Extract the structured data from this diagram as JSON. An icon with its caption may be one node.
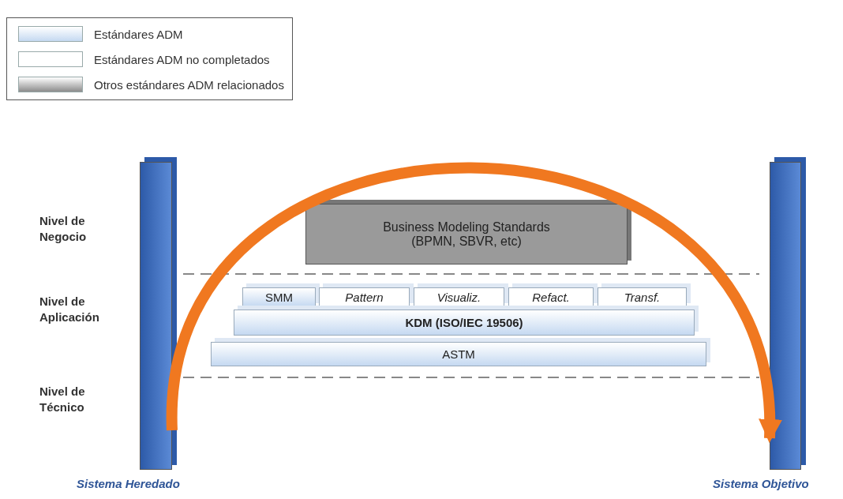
{
  "diagram": {
    "nodes": [
      {
        "text": [],
        "shape": "bar",
        "beside": [
          "Sistema Heredado"
        ]
      },
      {
        "text": [],
        "shape": "bar",
        "beside": [
          "Sistema Objetivo"
        ]
      },
      {
        "text": [
          "Business Modeling Standards (BPMN, SBVR, etc)"
        ]
      },
      {
        "text": [
          "SMM"
        ]
      },
      {
        "text": [
          "Pattern"
        ]
      },
      {
        "text": [
          "Visualiz."
        ]
      },
      {
        "text": [
          "Refact."
        ]
      },
      {
        "text": [
          "Transf."
        ]
      },
      {
        "text": [
          "KDM (ISO/IEC 19506)"
        ]
      },
      {
        "text": [
          "ASTM"
        ]
      }
    ],
    "edges": [
      {
        "from": 0,
        "to": 1,
        "arrow": "to",
        "color": "#f07820"
      }
    ],
    "labels": [
      "Nivel de Negocio",
      "Nivel de Aplicación",
      "Nivel de Técnico"
    ],
    "legend": [
      {
        "text": "Estándares ADM",
        "color": "#c5d9f1"
      },
      {
        "text": "Estándares ADM no completados",
        "color": "#ffffff"
      },
      {
        "text": "Otros estándares ADM relacionados",
        "color": "#8c8c8c"
      }
    ]
  }
}
